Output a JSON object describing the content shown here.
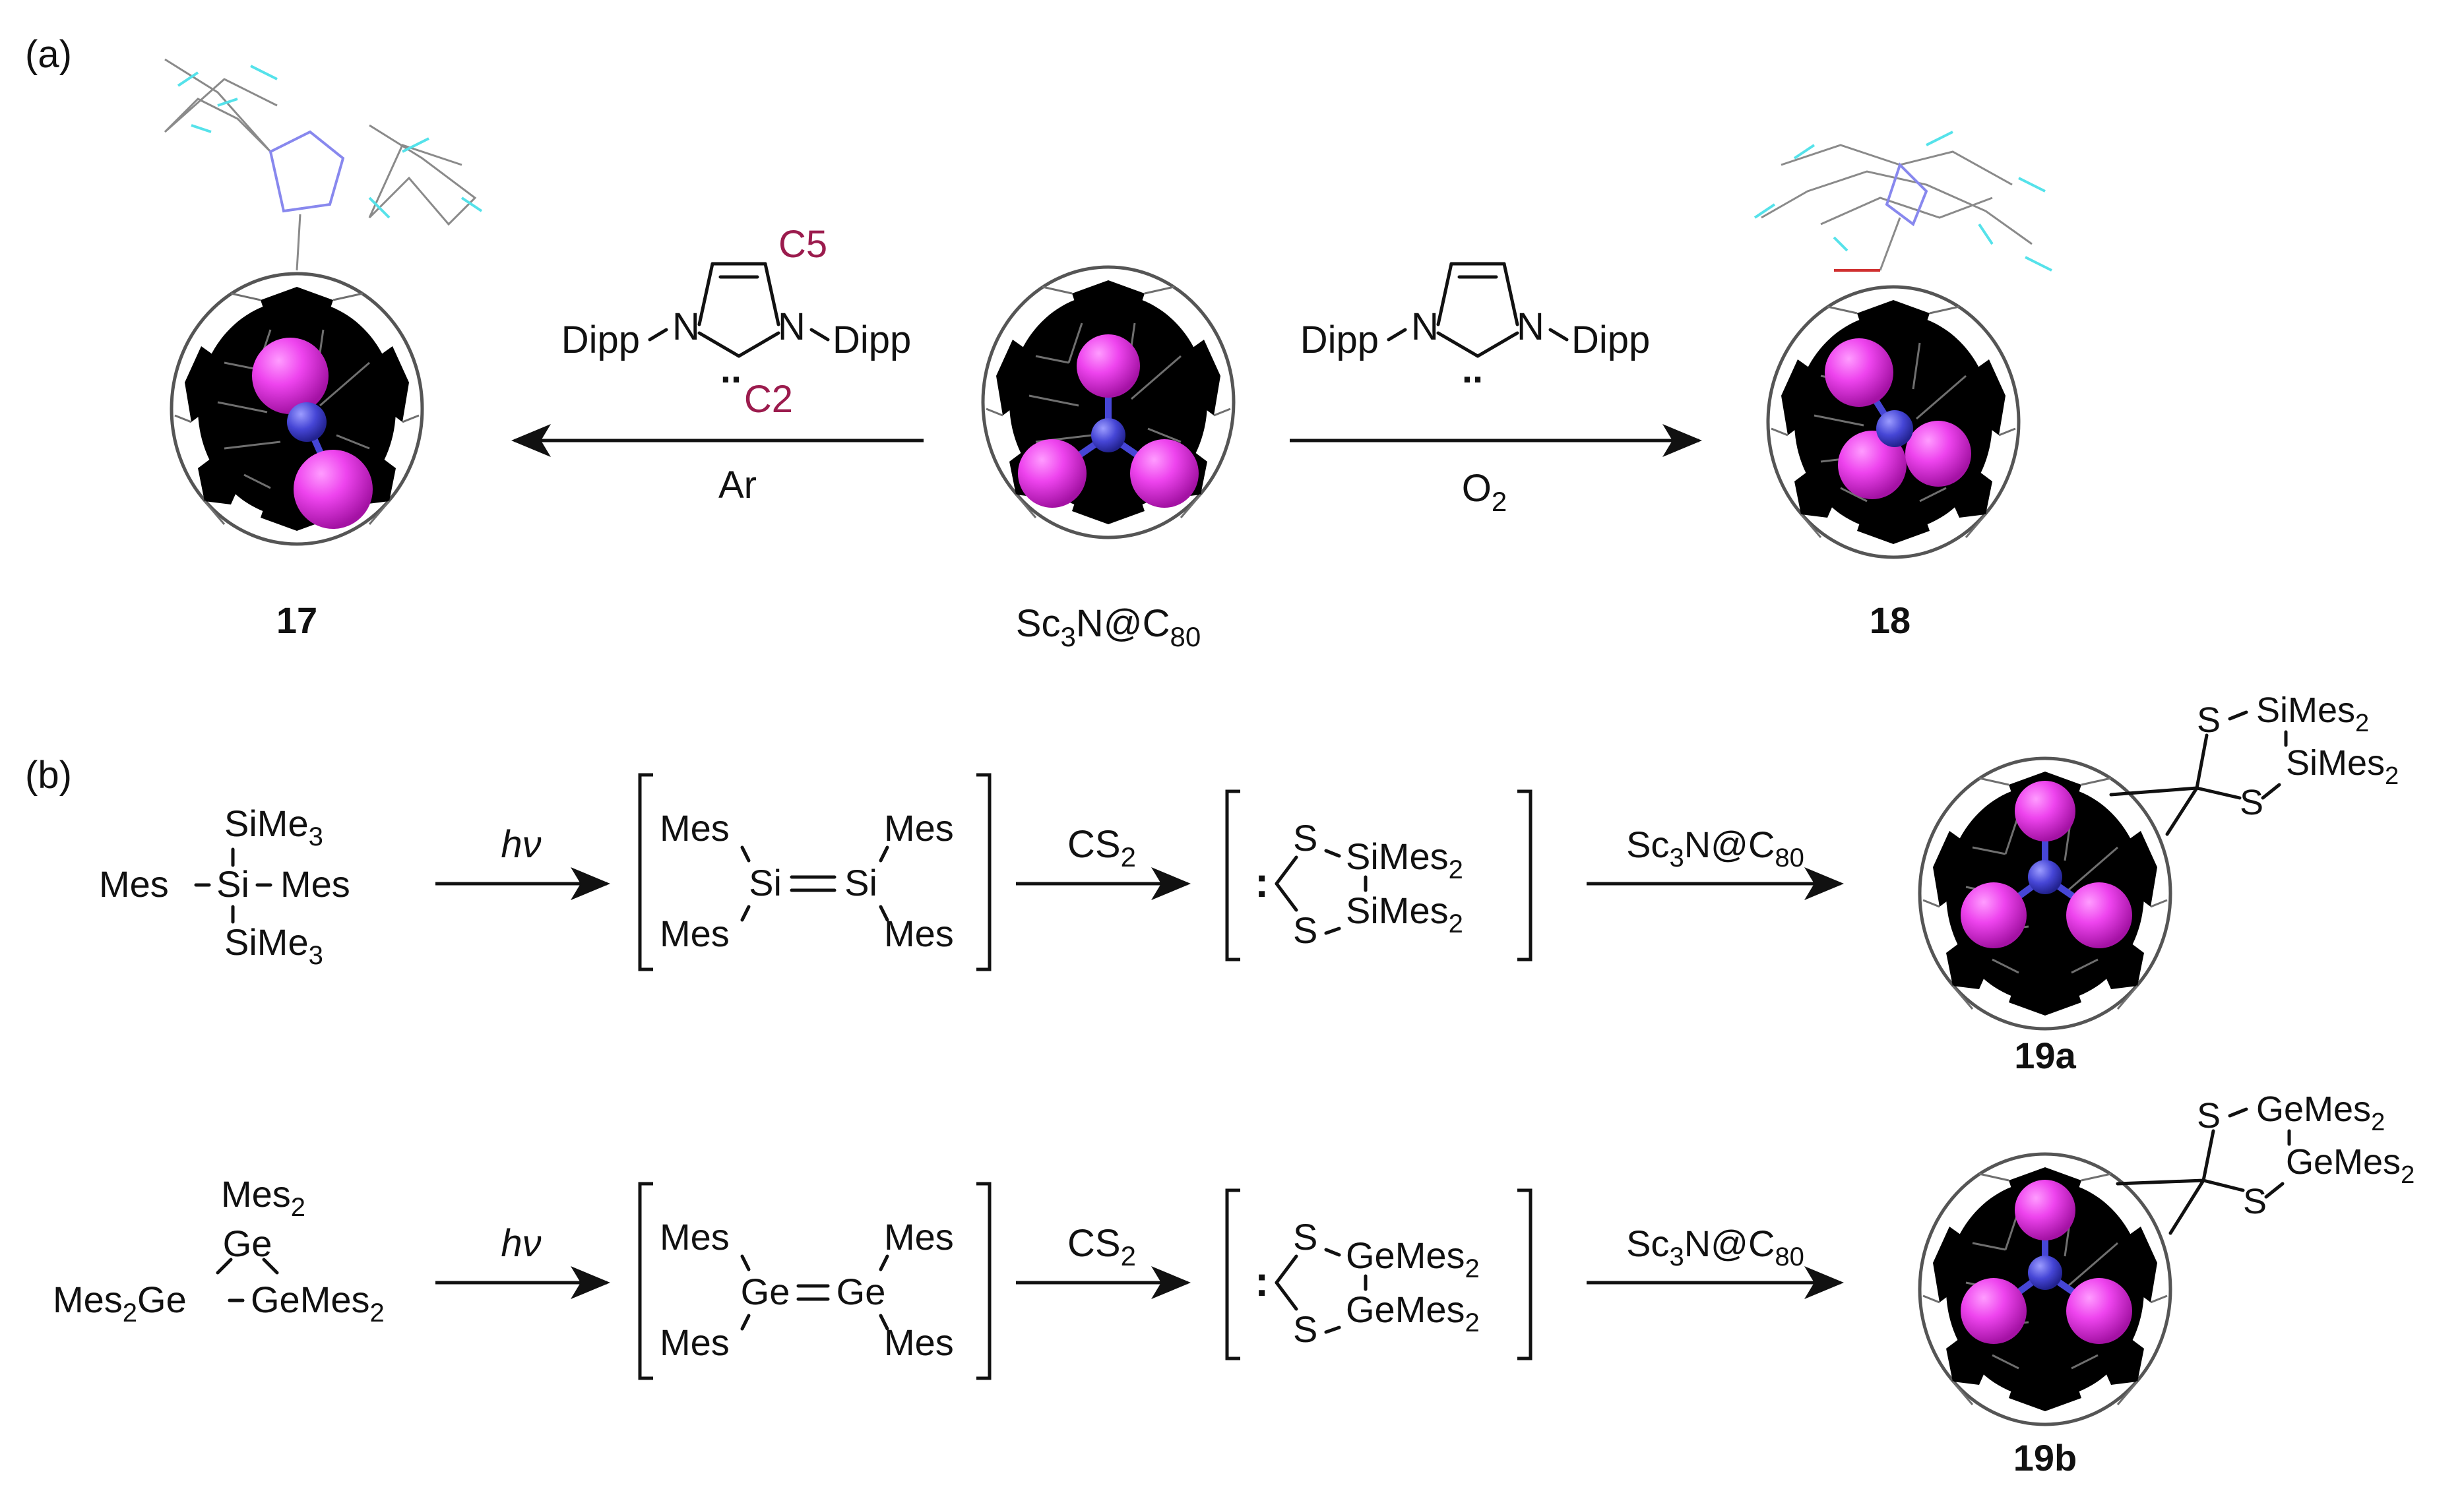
{
  "panels": {
    "a": {
      "label": "(a)",
      "left_product": "17",
      "right_product": "18",
      "center_reactant": {
        "main": "Sc",
        "sub1": "3",
        "mid": "N@C",
        "sub2": "80"
      },
      "left_reagent": {
        "substituent": "Dipp",
        "n_atom": "N",
        "carbene_dots": "..",
        "c5_label": "C5",
        "c2_label": "C2",
        "condition": "Ar"
      },
      "right_reagent": {
        "substituent": "Dipp",
        "n_atom": "N",
        "carbene_dots": "..",
        "condition_main": "O",
        "condition_sub": "2"
      }
    },
    "b": {
      "label": "(b)",
      "row1": {
        "start": {
          "top": "SiMe",
          "top_sub": "3",
          "left": "Mes",
          "center": "Si",
          "right": "Mes",
          "bottom": "SiMe",
          "bottom_sub": "3"
        },
        "step1": "hν",
        "intermediate1": {
          "tl": "Mes",
          "tr": "Mes",
          "bl": "Mes",
          "br": "Mes",
          "atom1": "Si",
          "atom2": "Si"
        },
        "step2": {
          "main": "CS",
          "sub": "2"
        },
        "intermediate2": {
          "dots": ":",
          "s_top": "S",
          "s_bottom": "S",
          "group_top": "SiMes",
          "group_top_sub": "2",
          "group_bottom": "SiMes",
          "group_bottom_sub": "2"
        },
        "step3": {
          "main": "Sc",
          "sub1": "3",
          "mid": "N@C",
          "sub2": "80"
        },
        "product": {
          "s_top": "S",
          "s_bottom": "S",
          "group_top": "SiMes",
          "group_top_sub": "2",
          "group_bottom": "SiMes",
          "group_bottom_sub": "2",
          "label": "19a"
        }
      },
      "row2": {
        "start": {
          "top": "Mes",
          "top_sub": "2",
          "center": "Ge",
          "left": "Mes",
          "left_sub": "2",
          "left_atom": "Ge",
          "right": "GeMes",
          "right_sub": "2"
        },
        "step1": "hν",
        "intermediate1": {
          "tl": "Mes",
          "tr": "Mes",
          "bl": "Mes",
          "br": "Mes",
          "atom1": "Ge",
          "atom2": "Ge"
        },
        "step2": {
          "main": "CS",
          "sub": "2"
        },
        "intermediate2": {
          "dots": ":",
          "s_top": "S",
          "s_bottom": "S",
          "group_top": "GeMes",
          "group_top_sub": "2",
          "group_bottom": "GeMes",
          "group_bottom_sub": "2"
        },
        "step3": {
          "main": "Sc",
          "sub1": "3",
          "mid": "N@C",
          "sub2": "80"
        },
        "product": {
          "s_top": "S",
          "s_bottom": "S",
          "group_top": "GeMes",
          "group_top_sub": "2",
          "group_bottom": "GeMes",
          "group_bottom_sub": "2",
          "label": "19b"
        }
      }
    }
  },
  "colors": {
    "scandium": "#e040e0",
    "nitrogen": "#4646d6",
    "cage": "#6f6f6f",
    "label_accent": "#9b1b4d",
    "hydrogen": "#55e2ea"
  }
}
